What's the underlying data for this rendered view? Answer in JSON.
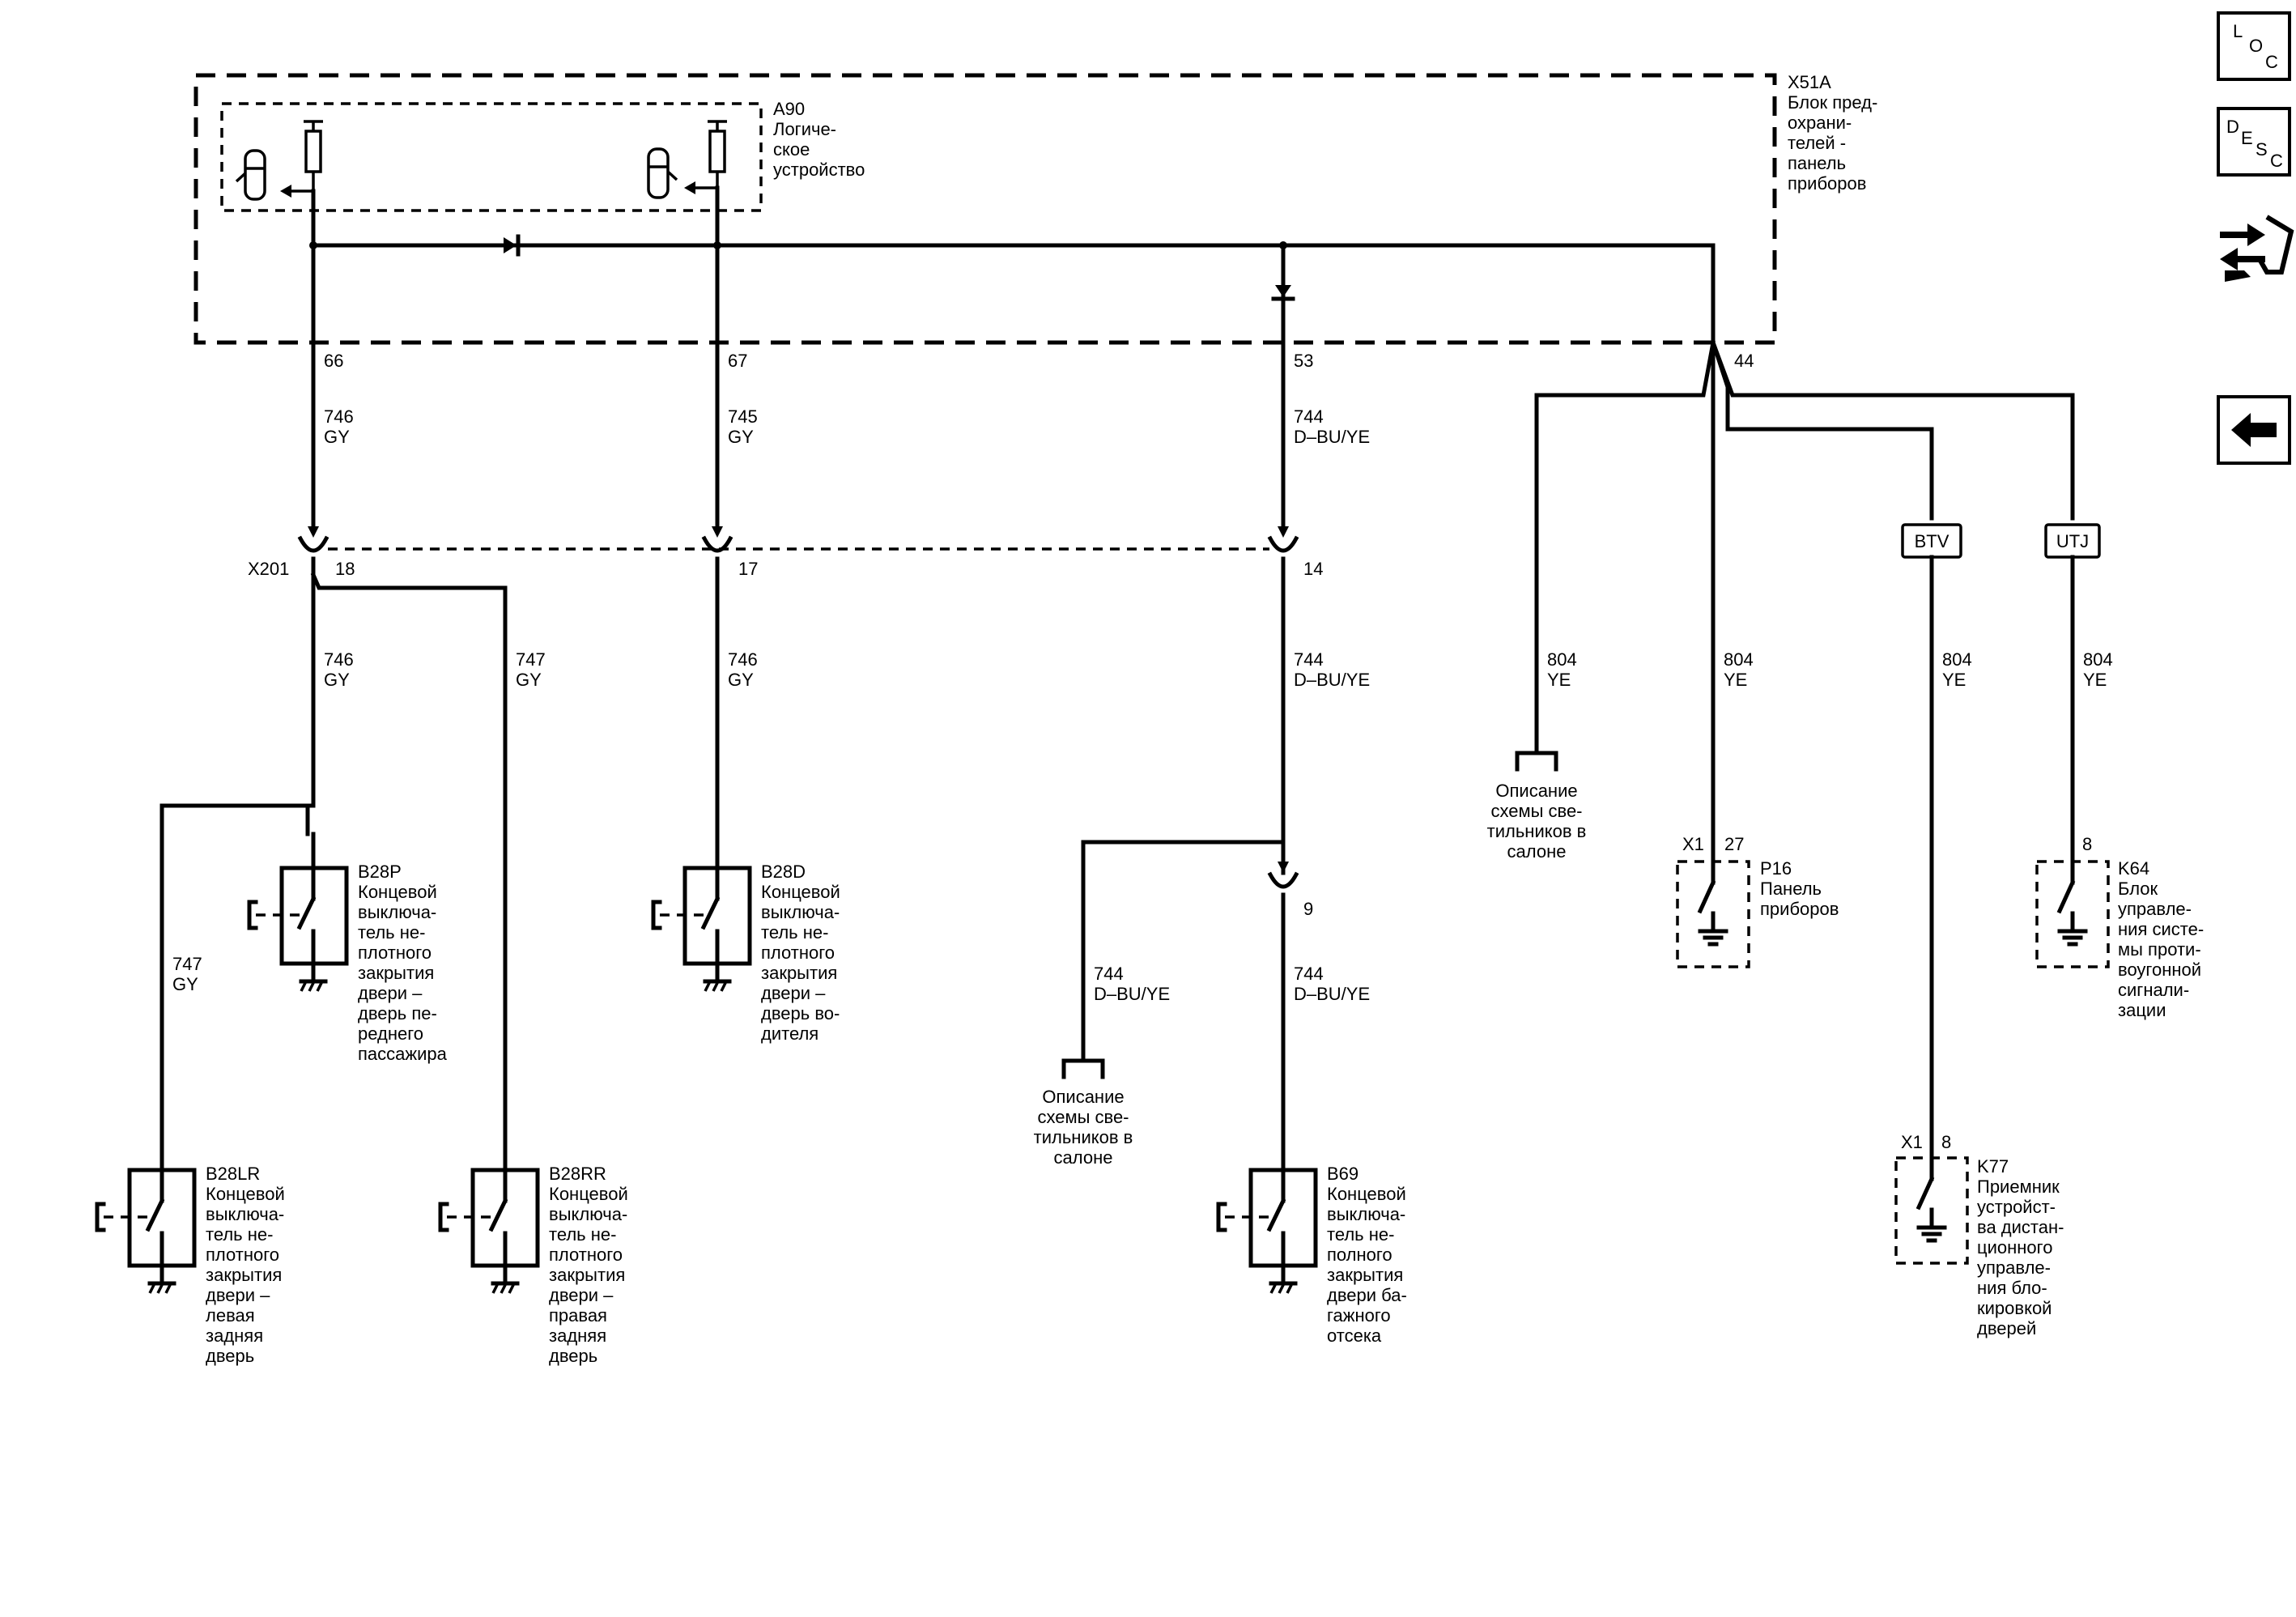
{
  "module_x51a": {
    "id": "X51A",
    "name_lines": [
      "Блок пред-",
      "охрани-",
      "телей -",
      "панель",
      "приборов"
    ]
  },
  "module_a90": {
    "id": "A90",
    "name_lines": [
      "Логиче-",
      "ское",
      "устройство"
    ]
  },
  "pins_top": {
    "p66": "66",
    "p67": "67",
    "p53": "53",
    "p44": "44"
  },
  "wires": {
    "w746": "746",
    "w745": "745",
    "w744": "744",
    "w747": "747",
    "w804": "804",
    "gy": "GY",
    "dbuye": "D–BU/YE",
    "ye": "YE"
  },
  "connector_x201": {
    "id": "X201",
    "p18": "18",
    "p17": "17",
    "p14": "14"
  },
  "pin_9": "9",
  "options": {
    "btv": "BTV",
    "utj": "UTJ"
  },
  "components": {
    "b28p": {
      "id": "B28P",
      "lines": [
        "Концевой",
        "выключа-",
        "тель не-",
        "плотного",
        "закрытия",
        "двери –",
        "дверь пе-",
        "реднего",
        "пассажира"
      ]
    },
    "b28d": {
      "id": "B28D",
      "lines": [
        "Концевой",
        "выключа-",
        "тель не-",
        "плотного",
        "закрытия",
        "двери –",
        "дверь во-",
        "дителя"
      ]
    },
    "b28lr": {
      "id": "B28LR",
      "lines": [
        "Концевой",
        "выключа-",
        "тель не-",
        "плотного",
        "закрытия",
        "двери –",
        "левая",
        "задняя",
        "дверь"
      ]
    },
    "b28rr": {
      "id": "B28RR",
      "lines": [
        "Концевой",
        "выключа-",
        "тель не-",
        "плотного",
        "закрытия",
        "двери –",
        "правая",
        "задняя",
        "дверь"
      ]
    },
    "b69": {
      "id": "B69",
      "lines": [
        "Концевой",
        "выключа-",
        "тель не-",
        "полного",
        "закрытия",
        "двери ба-",
        "гажного",
        "отсека"
      ]
    },
    "p16": {
      "id": "P16",
      "lines": [
        "Панель",
        "приборов"
      ],
      "conn": "X1",
      "pin": "27"
    },
    "k64": {
      "id": "K64",
      "lines": [
        "Блок",
        "управле-",
        "ния систе-",
        "мы проти-",
        "воугонной",
        "сигнали-",
        "зации"
      ],
      "pin": "8"
    },
    "k77": {
      "id": "K77",
      "lines": [
        "Приемник",
        "устройст-",
        "ва дистан-",
        "ционного",
        "управле-",
        "ния бло-",
        "кировкой",
        "дверей"
      ],
      "conn": "X1",
      "pin": "8"
    }
  },
  "refs": {
    "interior_1": [
      "Описание",
      "схемы све-",
      "тильников в",
      "салоне"
    ],
    "interior_2": [
      "Описание",
      "схемы све-",
      "тильников в",
      "салоне"
    ]
  },
  "side_buttons": {
    "loc": [
      "L",
      "O",
      "C"
    ],
    "desc": [
      "D",
      "E",
      "S",
      "C"
    ]
  }
}
